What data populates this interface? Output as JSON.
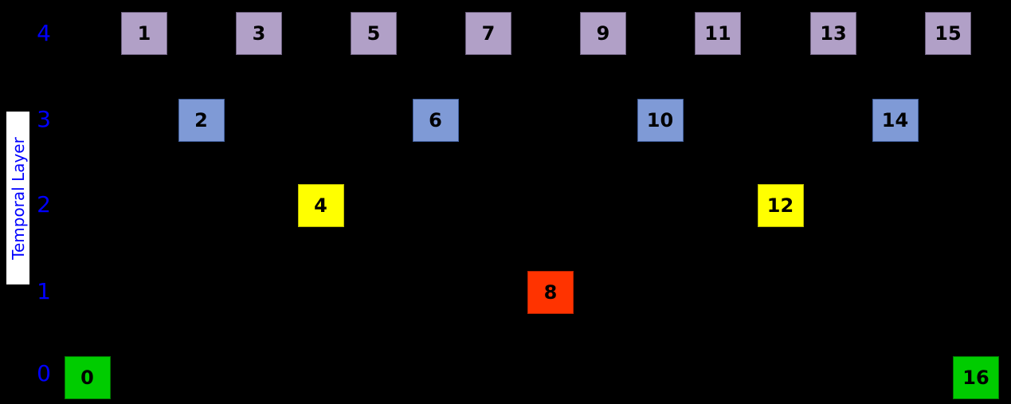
{
  "diagram": {
    "axis": {
      "label": "Temporal Layer",
      "ticks": [
        {
          "label": "4",
          "layer": 4
        },
        {
          "label": "3",
          "layer": 3
        },
        {
          "label": "2",
          "layer": 2
        },
        {
          "label": "1",
          "layer": 1
        },
        {
          "label": "0",
          "layer": 0
        }
      ]
    },
    "nodes": [
      {
        "label": "0",
        "time": 0,
        "layer": 0
      },
      {
        "label": "1",
        "time": 1,
        "layer": 4
      },
      {
        "label": "2",
        "time": 2,
        "layer": 3
      },
      {
        "label": "3",
        "time": 3,
        "layer": 4
      },
      {
        "label": "4",
        "time": 4,
        "layer": 2
      },
      {
        "label": "5",
        "time": 5,
        "layer": 4
      },
      {
        "label": "6",
        "time": 6,
        "layer": 3
      },
      {
        "label": "7",
        "time": 7,
        "layer": 4
      },
      {
        "label": "8",
        "time": 8,
        "layer": 1
      },
      {
        "label": "9",
        "time": 9,
        "layer": 4
      },
      {
        "label": "10",
        "time": 10,
        "layer": 3
      },
      {
        "label": "11",
        "time": 11,
        "layer": 4
      },
      {
        "label": "12",
        "time": 12,
        "layer": 2
      },
      {
        "label": "13",
        "time": 13,
        "layer": 4
      },
      {
        "label": "14",
        "time": 14,
        "layer": 3
      },
      {
        "label": "15",
        "time": 15,
        "layer": 4
      },
      {
        "label": "16",
        "time": 16,
        "layer": 0
      }
    ],
    "colors": {
      "background": "#000000",
      "axis_text": "#0000ff",
      "axis_label_bg": "#ffffff",
      "node_text": "#000000",
      "layer_fill": [
        "#00cc00",
        "#ff3300",
        "#ffff00",
        "#7f9ad6",
        "#b1a0c7"
      ],
      "layer_border": [
        "#007a00",
        "#bb2200",
        "#b8b800",
        "#41609f",
        "#6b5f7d"
      ]
    }
  }
}
